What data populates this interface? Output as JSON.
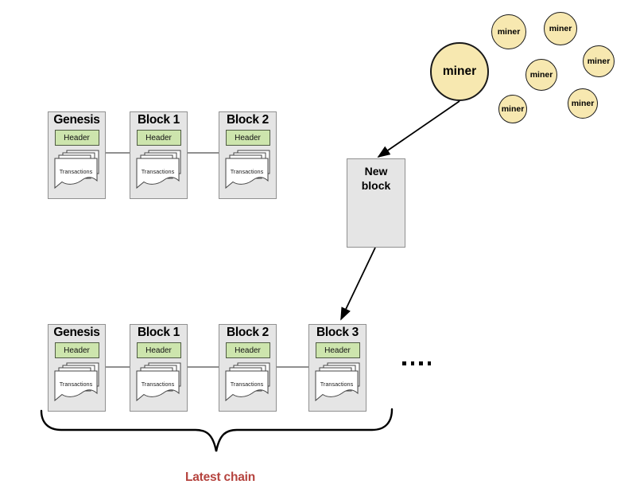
{
  "colors": {
    "background": "#ffffff",
    "block_fill": "#e5e5e5",
    "block_border": "#909090",
    "header_fill": "#cde5ad",
    "header_border": "#4f5b43",
    "page_fill": "#ffffff",
    "page_stroke": "#444444",
    "miner_fill": "#f7e8b0",
    "miner_border": "#1a1a1a",
    "connector": "#6b6b6b",
    "arrow": "#000000",
    "brace": "#000000",
    "latest_chain": "#b5433e"
  },
  "top_chain": {
    "blocks": [
      {
        "title": "Genesis",
        "header": "Header",
        "transactions": "Transactions"
      },
      {
        "title": "Block 1",
        "header": "Header",
        "transactions": "Transactions"
      },
      {
        "title": "Block 2",
        "header": "Header",
        "transactions": "Transactions"
      }
    ]
  },
  "bottom_chain": {
    "blocks": [
      {
        "title": "Genesis",
        "header": "Header",
        "transactions": "Transactions"
      },
      {
        "title": "Block 1",
        "header": "Header",
        "transactions": "Transactions"
      },
      {
        "title": "Block 2",
        "header": "Header",
        "transactions": "Transactions"
      },
      {
        "title": "Block 3",
        "header": "Header",
        "transactions": "Transactions"
      }
    ],
    "ellipsis_dot_count": 4
  },
  "new_block": {
    "label": "New block"
  },
  "miners": {
    "large": {
      "label": "miner"
    },
    "small": [
      {
        "label": "miner"
      },
      {
        "label": "miner"
      },
      {
        "label": "miner"
      },
      {
        "label": "miner"
      },
      {
        "label": "miner"
      },
      {
        "label": "miner"
      }
    ]
  },
  "latest_chain_label": "Latest chain"
}
